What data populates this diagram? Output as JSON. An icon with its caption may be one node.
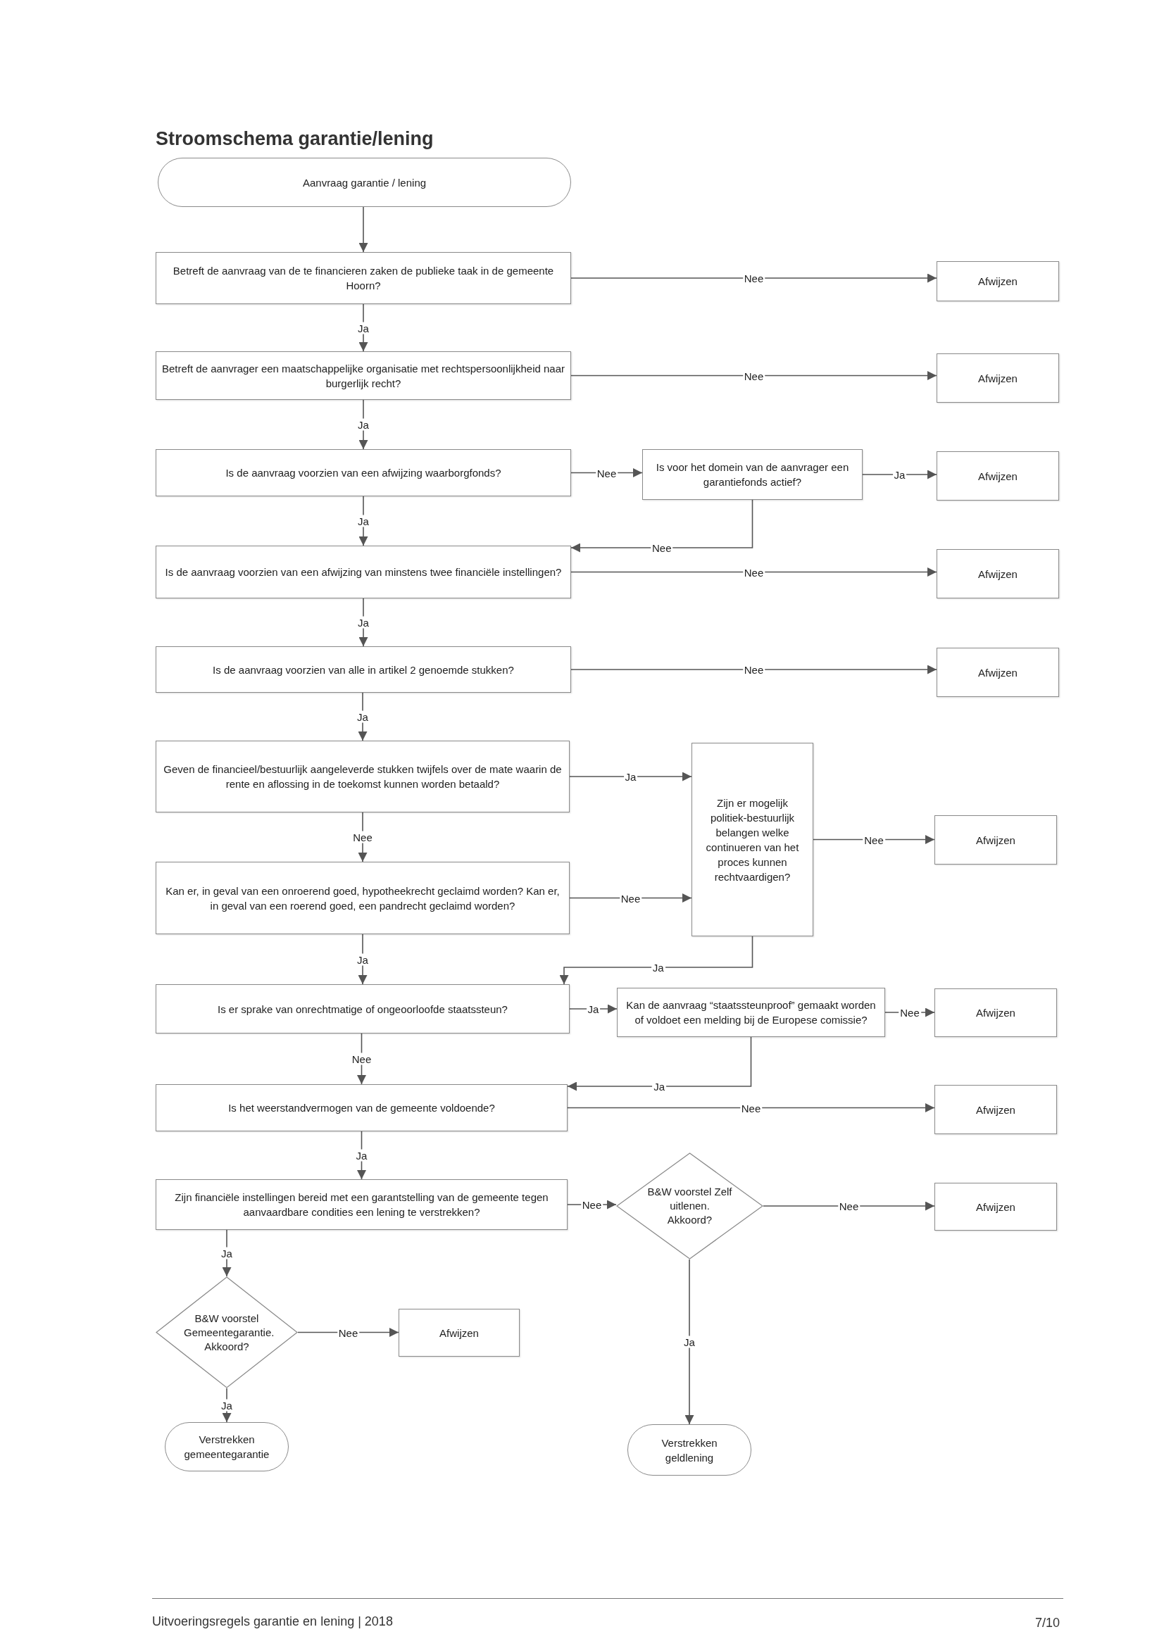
{
  "diagram": {
    "title": "Stroomschema garantie/lening",
    "nodes": [
      {
        "text": [
          "Aanvraag garantie / lening"
        ]
      },
      {
        "text": [
          "Betreft de aanvraag van de te financieren zaken de publieke taak in de gemeente Hoorn?"
        ]
      },
      {
        "text": [
          "Afwijzen"
        ]
      },
      {
        "text": [
          "Betreft de aanvrager een maatschappelijke organisatie met rechtspersoonlijkheid naar burgerlijk recht?"
        ]
      },
      {
        "text": [
          "Afwijzen"
        ]
      },
      {
        "text": [
          "Is de aanvraag voorzien van een afwijzing waarborgfonds?"
        ]
      },
      {
        "text": [
          "Is voor het domein van de aanvrager een garantiefonds actief?"
        ]
      },
      {
        "text": [
          "Afwijzen"
        ]
      },
      {
        "text": [
          "Is de aanvraag voorzien van een afwijzing van minstens twee financiële instellingen?"
        ]
      },
      {
        "text": [
          "Afwijzen"
        ]
      },
      {
        "text": [
          "Is de aanvraag voorzien van alle in artikel 2 genoemde stukken?"
        ]
      },
      {
        "text": [
          "Afwijzen"
        ]
      },
      {
        "text": [
          "Geven de financieel/bestuurlijk aangeleverde stukken twijfels over de mate waarin de rente en aflossing in de toekomst kunnen worden betaald?"
        ]
      },
      {
        "text": [
          "Zijn er mogelijk politiek-bestuurlijk belangen welke continueren van het proces kunnen rechtvaardigen?"
        ]
      },
      {
        "text": [
          "Kan er, in geval van een onroerend goed, hypotheekrecht geclaimd worden? Kan er, in geval van een roerend goed, een pandrecht geclaimd worden?"
        ]
      },
      {
        "text": [
          "Afwijzen"
        ]
      },
      {
        "text": [
          "Is er sprake van onrechtmatige of ongeoorloofde staatssteun?"
        ]
      },
      {
        "text": [
          "Kan de aanvraag “staatssteunproof” gemaakt worden of voldoet een melding bij de Europese comissie?"
        ]
      },
      {
        "text": [
          "Afwijzen"
        ]
      },
      {
        "text": [
          "Is het weerstandvermogen van de gemeente voldoende?"
        ]
      },
      {
        "text": [
          "Afwijzen"
        ]
      },
      {
        "text": [
          "Zijn financiële instellingen bereid met een garantstelling van de gemeente tegen aanvaardbare condities een lening te verstrekken?"
        ]
      },
      {
        "text": [
          "B&W voorstel Zelf uitlenen. Akkoord?"
        ]
      },
      {
        "text": [
          "Afwijzen"
        ]
      },
      {
        "text": [
          "B&W voorstel Gemeentegarantie. Akkoord?"
        ]
      },
      {
        "text": [
          "Afwijzen"
        ]
      },
      {
        "text": [
          "Verstrekken gemeentegarantie"
        ]
      },
      {
        "text": [
          "Verstrekken geldlening"
        ]
      }
    ],
    "edges": [
      {
        "from": 0,
        "to": 1,
        "arrow": "to"
      },
      {
        "from": 1,
        "to": 2,
        "arrow": "to",
        "label": "Nee"
      },
      {
        "from": 1,
        "to": 3,
        "arrow": "to",
        "label": "Ja"
      },
      {
        "from": 3,
        "to": 4,
        "arrow": "to",
        "label": "Nee"
      },
      {
        "from": 3,
        "to": 5,
        "arrow": "to",
        "label": "Ja"
      },
      {
        "from": 5,
        "to": 6,
        "arrow": "to",
        "label": "Nee"
      },
      {
        "from": 6,
        "to": 7,
        "arrow": "to",
        "label": "Ja"
      },
      {
        "from": 6,
        "to": 8,
        "arrow": "to",
        "label": "Nee"
      },
      {
        "from": 5,
        "to": 8,
        "arrow": "to",
        "label": "Ja"
      },
      {
        "from": 8,
        "to": 9,
        "arrow": "to",
        "label": "Nee"
      },
      {
        "from": 8,
        "to": 10,
        "arrow": "to",
        "label": "Ja"
      },
      {
        "from": 10,
        "to": 11,
        "arrow": "to",
        "label": "Nee"
      },
      {
        "from": 10,
        "to": 12,
        "arrow": "to",
        "label": "Ja"
      },
      {
        "from": 12,
        "to": 13,
        "arrow": "to",
        "label": "Ja"
      },
      {
        "from": 12,
        "to": 14,
        "arrow": "to",
        "label": "Nee"
      },
      {
        "from": 14,
        "to": 13,
        "arrow": "to",
        "label": "Nee"
      },
      {
        "from": 13,
        "to": 15,
        "arrow": "to",
        "label": "Nee"
      },
      {
        "from": 13,
        "to": 16,
        "arrow": "to",
        "label": "Ja"
      },
      {
        "from": 14,
        "to": 16,
        "arrow": "to",
        "label": "Ja"
      },
      {
        "from": 16,
        "to": 17,
        "arrow": "to",
        "label": "Ja"
      },
      {
        "from": 17,
        "to": 18,
        "arrow": "to",
        "label": "Nee"
      },
      {
        "from": 17,
        "to": 19,
        "arrow": "to",
        "label": "Ja"
      },
      {
        "from": 16,
        "to": 19,
        "arrow": "to",
        "label": "Nee"
      },
      {
        "from": 19,
        "to": 20,
        "arrow": "to",
        "label": "Nee"
      },
      {
        "from": 19,
        "to": 21,
        "arrow": "to",
        "label": "Ja"
      },
      {
        "from": 21,
        "to": 22,
        "arrow": "to",
        "label": "Nee"
      },
      {
        "from": 22,
        "to": 23,
        "arrow": "to",
        "label": "Nee"
      },
      {
        "from": 22,
        "to": 27,
        "arrow": "to",
        "label": "Ja"
      },
      {
        "from": 21,
        "to": 24,
        "arrow": "to",
        "label": "Ja"
      },
      {
        "from": 24,
        "to": 25,
        "arrow": "to",
        "label": "Nee"
      },
      {
        "from": 24,
        "to": 26,
        "arrow": "to",
        "label": "Ja"
      }
    ],
    "labels": [
      "Uitvoeringsregels garantie en lening | 2018",
      "7/10"
    ]
  }
}
